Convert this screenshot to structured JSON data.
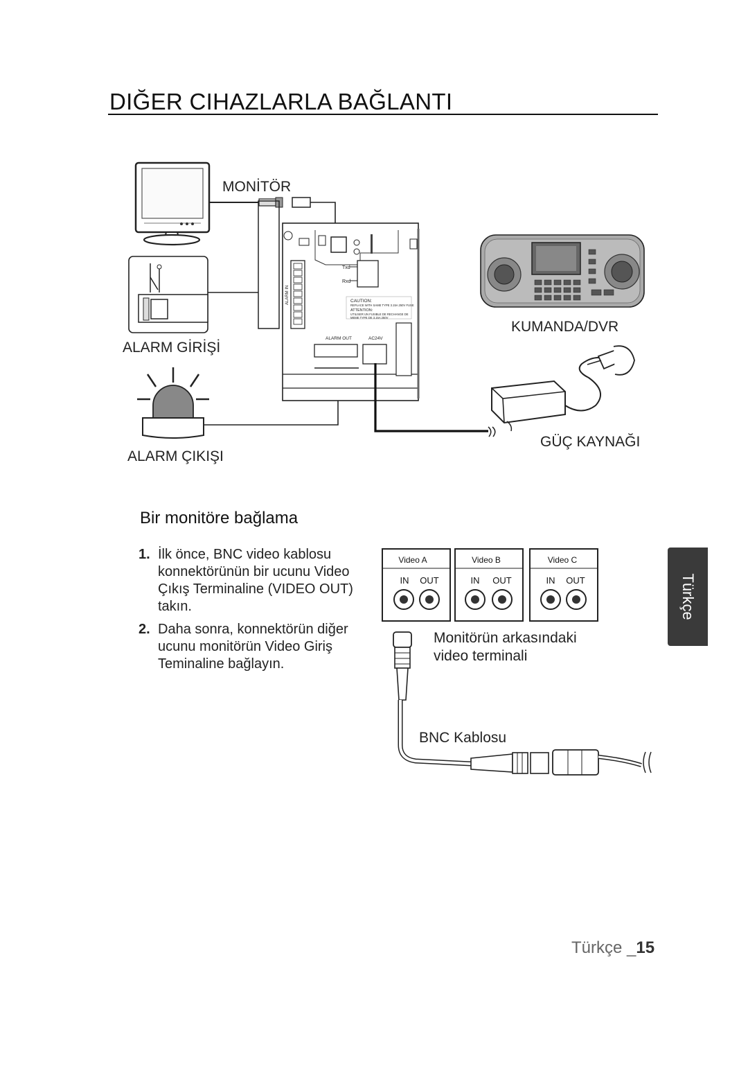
{
  "page": {
    "title": "DIĞER CIHAZLARLA BAĞLANTI",
    "footer_lang": "Türkçe _",
    "footer_page": "15",
    "side_tab": "Türkçe"
  },
  "diagram": {
    "monitor_label": "MONİTÖR",
    "controller_label": "KUMANDA/DVR",
    "alarm_in_label": "ALARM GİRİŞİ",
    "alarm_out_label": "ALARM ÇIKIŞI",
    "power_label": "GÜÇ KAYNAĞI",
    "board_text": {
      "caution": "CAUTION:",
      "caution_line": "REPLACE WITH SAME TYPE 3.15A 250V FUSE",
      "attention": "ATTENTION:",
      "attention_line1": "UTILISER UN FUSIBLE DE RECHANGE DE",
      "attention_line2": "MEME TYPE DE 3.15A 250V",
      "alarm_out": "ALARM OUT",
      "ac24v": "AC24V",
      "alarm_in_vertical": "ALARM IN",
      "txd": "Txd",
      "rxd": "Rxd"
    }
  },
  "section": {
    "heading": "Bir monitöre bağlama",
    "steps": [
      {
        "num": "1.",
        "text": "İlk önce, BNC video kablosu konnektörünün bir ucunu Video Çıkış Terminaline (VIDEO OUT) takın."
      },
      {
        "num": "2.",
        "text": "Daha sonra, konnektörün diğer ucunu monitörün Video Giriş Teminaline bağlayın."
      }
    ]
  },
  "terminals": {
    "panels": [
      {
        "label": "Video A",
        "in": "IN",
        "out": "OUT"
      },
      {
        "label": "Video B",
        "in": "IN",
        "out": "OUT"
      },
      {
        "label": "Video C",
        "in": "IN",
        "out": "OUT"
      }
    ],
    "caption_line1": "Monitörün arkasındaki",
    "caption_line2": "video terminali",
    "cable_label": "BNC Kablosu"
  }
}
